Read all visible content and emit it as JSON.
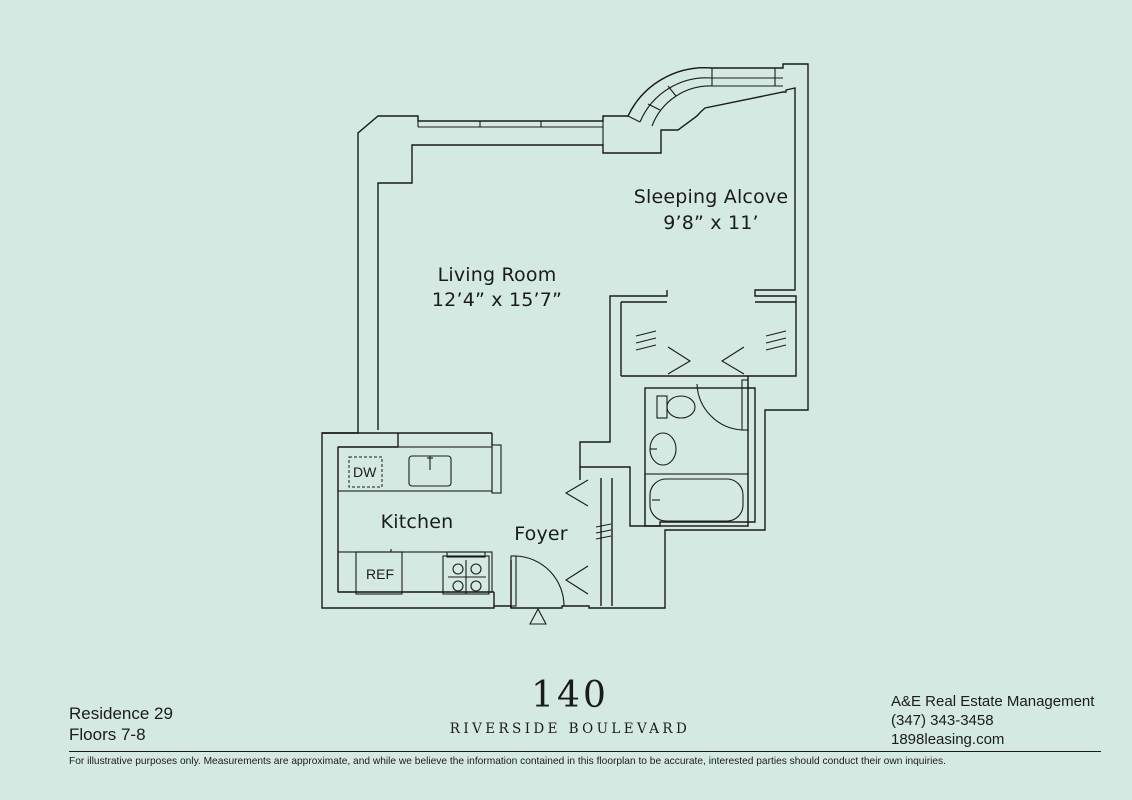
{
  "rooms": {
    "sleeping_alcove": {
      "name": "Sleeping Alcove",
      "dims": "9’8” x 11’"
    },
    "living_room": {
      "name": "Living Room",
      "dims": "12’4” x 15’7”"
    },
    "kitchen": {
      "name": "Kitchen"
    },
    "foyer": {
      "name": "Foyer"
    }
  },
  "appliances": {
    "dishwasher": "DW",
    "refrigerator": "REF"
  },
  "residence": {
    "unit": "Residence 29",
    "floors": "Floors 7-8"
  },
  "address": {
    "number": "140",
    "street": "RIVERSIDE BOULEVARD"
  },
  "management": {
    "company": "A&E Real Estate Management",
    "phone": "(347) 343-3458",
    "website": "1898leasing.com"
  },
  "disclaimer": "For illustrative purposes only.  Measurements are approximate, and while we believe the information contained in this floorplan to be accurate, interested parties should conduct their own inquiries.",
  "colors": {
    "background": "#d4e9e2",
    "ink": "#1b1b1b"
  }
}
